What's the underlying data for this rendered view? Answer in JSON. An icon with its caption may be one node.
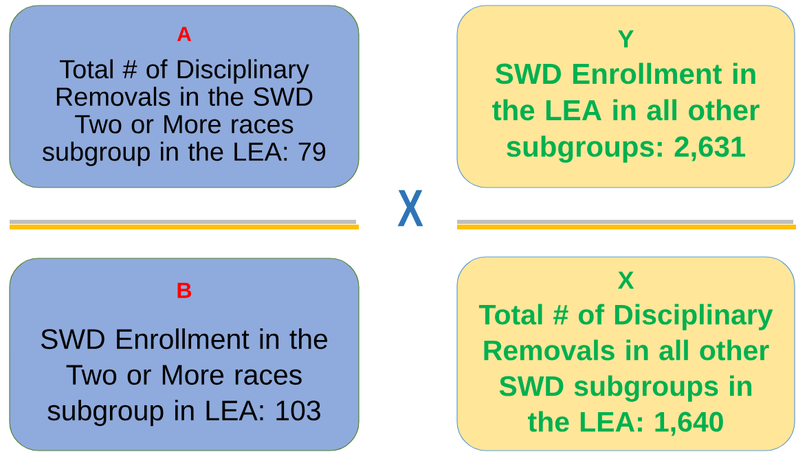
{
  "diagram": {
    "nodes": [
      {
        "text": [
          "A",
          "Total # of Disciplinary Removals in the SWD Two or More races subgroup in the LEA: 79"
        ]
      },
      {
        "text": [
          "Y",
          "SWD Enrollment in the LEA in all other subgroups: 2,631"
        ]
      },
      {
        "text": [
          "B",
          "SWD Enrollment in the Two or More races subgroup in LEA: 103"
        ]
      },
      {
        "text": [
          "X",
          "Total # of Disciplinary Removals in all other SWD subgroups in the LEA: 1,640"
        ]
      }
    ],
    "labels": [
      "X"
    ]
  }
}
